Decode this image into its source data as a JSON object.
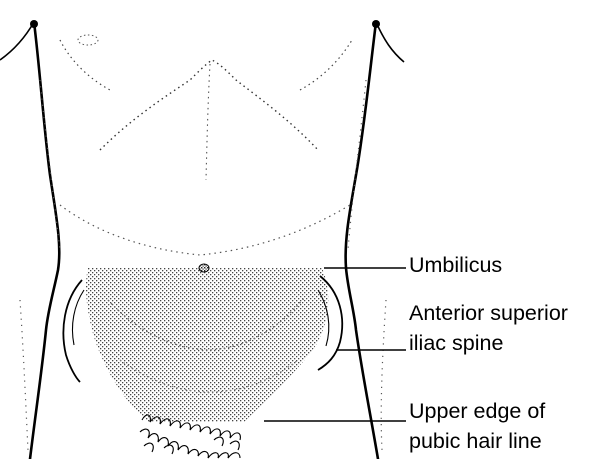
{
  "labels": {
    "umbilicus": "Umbilicus",
    "asis_line1": "Anterior superior",
    "asis_line2": "iliac spine",
    "pubic_line1": "Upper edge of",
    "pubic_line2": "pubic hair line"
  },
  "colors": {
    "ink": "#000000",
    "background": "#ffffff",
    "shaded_region": "#bdbdbd"
  }
}
